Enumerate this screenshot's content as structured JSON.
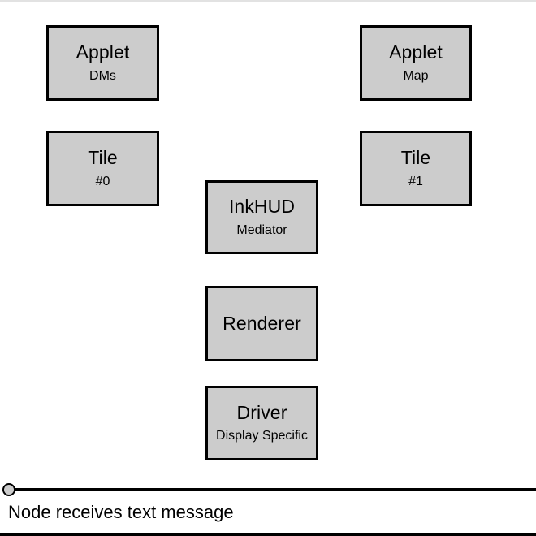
{
  "diagram": {
    "background_color": "#ffffff",
    "box_fill_color": "#cccccc",
    "box_border_color": "#000000",
    "nodes": [
      {
        "id": "applet-dms",
        "title": "Applet",
        "subtitle": "DMs"
      },
      {
        "id": "applet-map",
        "title": "Applet",
        "subtitle": "Map"
      },
      {
        "id": "tile-0",
        "title": "Tile",
        "subtitle": "#0"
      },
      {
        "id": "tile-1",
        "title": "Tile",
        "subtitle": "#1"
      },
      {
        "id": "inkhud",
        "title": "InkHUD",
        "subtitle": "Mediator"
      },
      {
        "id": "renderer",
        "title": "Renderer",
        "subtitle": ""
      },
      {
        "id": "driver",
        "title": "Driver",
        "subtitle": "Display Specific"
      }
    ],
    "timeline": {
      "label": "Node receives text message",
      "marker_fill_color": "#cccccc",
      "marker_border_color": "#000000",
      "line_color": "#000000"
    }
  }
}
